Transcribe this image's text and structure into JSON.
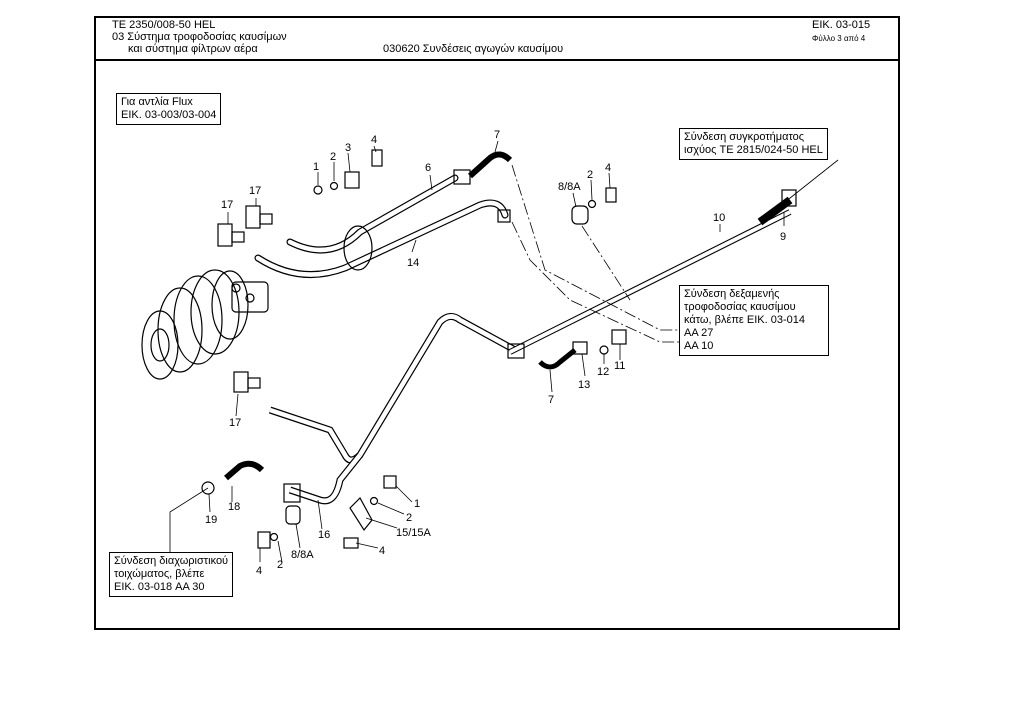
{
  "header": {
    "doc_code": "TE  2350/008-50 HEL",
    "section_line1": "03 Σύστημα τροφοδοσίας καυσίμων",
    "section_line2": "και σύστημα φίλτρων αέρα",
    "subtitle": "030620 Συνδέσεις αγωγών καυσίμου",
    "fig_number": "ΕΙΚ. 03-015",
    "sheet_info": "Φύλλο 3 από 4"
  },
  "callouts": {
    "flux_pump": [
      "Για αντλία Flux",
      "ΕΙΚ. 03-003/03-004"
    ],
    "power_unit": [
      "Σύνδεση συγκροτήματος",
      "ισχύος TE 2815/024-50 HEL"
    ],
    "fuel_tank": [
      "Σύνδεση δεξαμενής",
      "τροφοδοσίας καυσίμου",
      "κάτω, βλέπε ΕΙΚ. 03-014"
    ],
    "fuel_tank_refs": [
      "AA 27",
      "AA 10"
    ],
    "bulkhead": [
      "Σύνδεση διαχωριστικού",
      "τοιχώματος, βλέπε",
      "ΕΙΚ. 03-018 AA 30"
    ]
  },
  "part_labels": {
    "p1_top": "1",
    "p2_top": "2",
    "p3": "3",
    "p4_top": "4",
    "p6": "6",
    "p7_top": "7",
    "p88a_top": "8/8A",
    "p2_mid": "2",
    "p4_mid": "4",
    "p10": "10",
    "p9": "9",
    "p14": "14",
    "p17_a": "17",
    "p17_b": "17",
    "p17_c": "17",
    "p13": "13",
    "p12": "12",
    "p11": "11",
    "p7_bot": "7",
    "p1_bot": "1",
    "p2_bot": "2",
    "p1515a": "15/15A",
    "p4_bot": "4",
    "p16": "16",
    "p19": "19",
    "p18": "18",
    "p4_low": "4",
    "p2_low": "2",
    "p88a_low": "8/8A"
  }
}
